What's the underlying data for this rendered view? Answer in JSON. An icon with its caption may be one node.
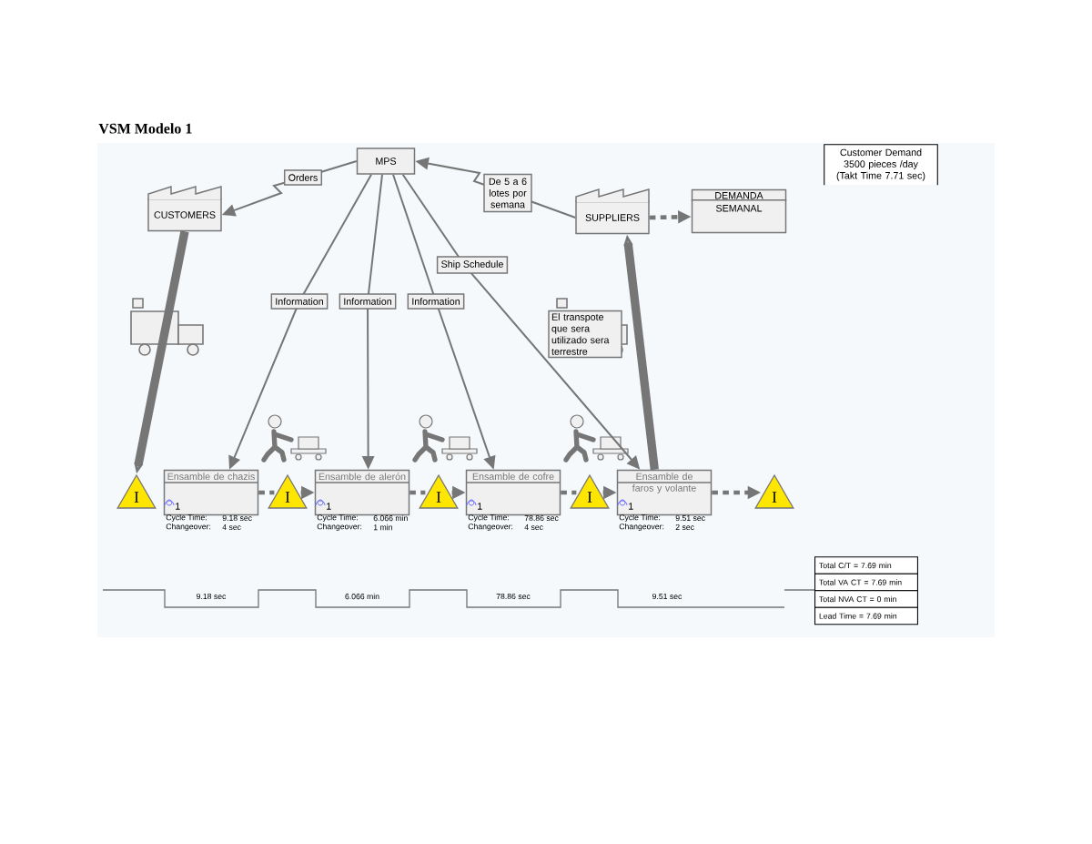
{
  "diagram": {
    "title": "VSM Modelo 1",
    "nodes": [
      {
        "text": [
          "MPS"
        ]
      },
      {
        "text": [
          "CUSTOMERS"
        ]
      },
      {
        "text": [
          "SUPPLIERS"
        ]
      },
      {
        "text": [
          "DEMANDA",
          "SEMANAL"
        ]
      },
      {
        "text": [
          "Customer Demand 3500 pieces /day (Takt Time 7.71 sec)"
        ]
      },
      {
        "text": [
          "El transpote que sera utilizado sera terrestre"
        ]
      },
      {
        "text": [
          "I"
        ]
      },
      {
        "text": [
          "Ensamble de chazis",
          "1"
        ],
        "beside": [
          "Cycle Time:",
          "9.18 sec",
          "Changeover:",
          "4 sec"
        ]
      },
      {
        "text": [
          "I"
        ]
      },
      {
        "text": [
          "Ensamble de alerón",
          "1"
        ],
        "beside": [
          "Cycle Time:",
          "6.066 min",
          "Changeover:",
          "1 min"
        ]
      },
      {
        "text": [
          "I"
        ]
      },
      {
        "text": [
          "Ensamble de cofre",
          "1"
        ],
        "beside": [
          "Cycle Time:",
          "78.86 sec",
          "Changeover:",
          "4 sec"
        ]
      },
      {
        "text": [
          "I"
        ]
      },
      {
        "text": [
          "Ensamble de faros y volante",
          "1"
        ],
        "beside": [
          "Cycle Time:",
          "9.51 sec",
          "Changeover:",
          "2 sec"
        ]
      },
      {
        "text": [
          "I"
        ]
      }
    ],
    "edges": [
      {
        "from": 0,
        "to": 1,
        "arrow": "to",
        "label": "Orders"
      },
      {
        "from": 2,
        "to": 0,
        "arrow": "to",
        "label": "De 5 a 6 lotes por semana"
      },
      {
        "from": 2,
        "to": 3,
        "arrow": "to",
        "style": "dashed"
      },
      {
        "from": 0,
        "to": 7,
        "arrow": "to",
        "label": "Information"
      },
      {
        "from": 0,
        "to": 9,
        "arrow": "to",
        "label": "Information"
      },
      {
        "from": 0,
        "to": 11,
        "arrow": "to",
        "label": "Information"
      },
      {
        "from": 0,
        "to": 13,
        "arrow": "to",
        "label": "Ship Schedule"
      },
      {
        "from": 1,
        "to": 6,
        "arrow": "to",
        "style": "thick"
      },
      {
        "from": 13,
        "to": 2,
        "arrow": "to",
        "style": "thick"
      },
      {
        "from": 7,
        "to": 8,
        "arrow": "none",
        "style": "dashed"
      },
      {
        "from": 8,
        "to": 9,
        "arrow": "to",
        "style": "dashed"
      },
      {
        "from": 9,
        "to": 10,
        "arrow": "none",
        "style": "dashed"
      },
      {
        "from": 10,
        "to": 11,
        "arrow": "to",
        "style": "dashed"
      },
      {
        "from": 11,
        "to": 12,
        "arrow": "none",
        "style": "dashed"
      },
      {
        "from": 12,
        "to": 13,
        "arrow": "to",
        "style": "dashed"
      },
      {
        "from": 13,
        "to": 14,
        "arrow": "to",
        "style": "dashed"
      }
    ],
    "labels": [
      "9.18 sec",
      "6.066 min",
      "78.86 sec",
      "9.51 sec",
      "Total C/T = 7.69 min",
      "Total VA CT = 7.69 min",
      "Total NVA CT = 0 min",
      "Lead Time = 7.69 min"
    ]
  }
}
